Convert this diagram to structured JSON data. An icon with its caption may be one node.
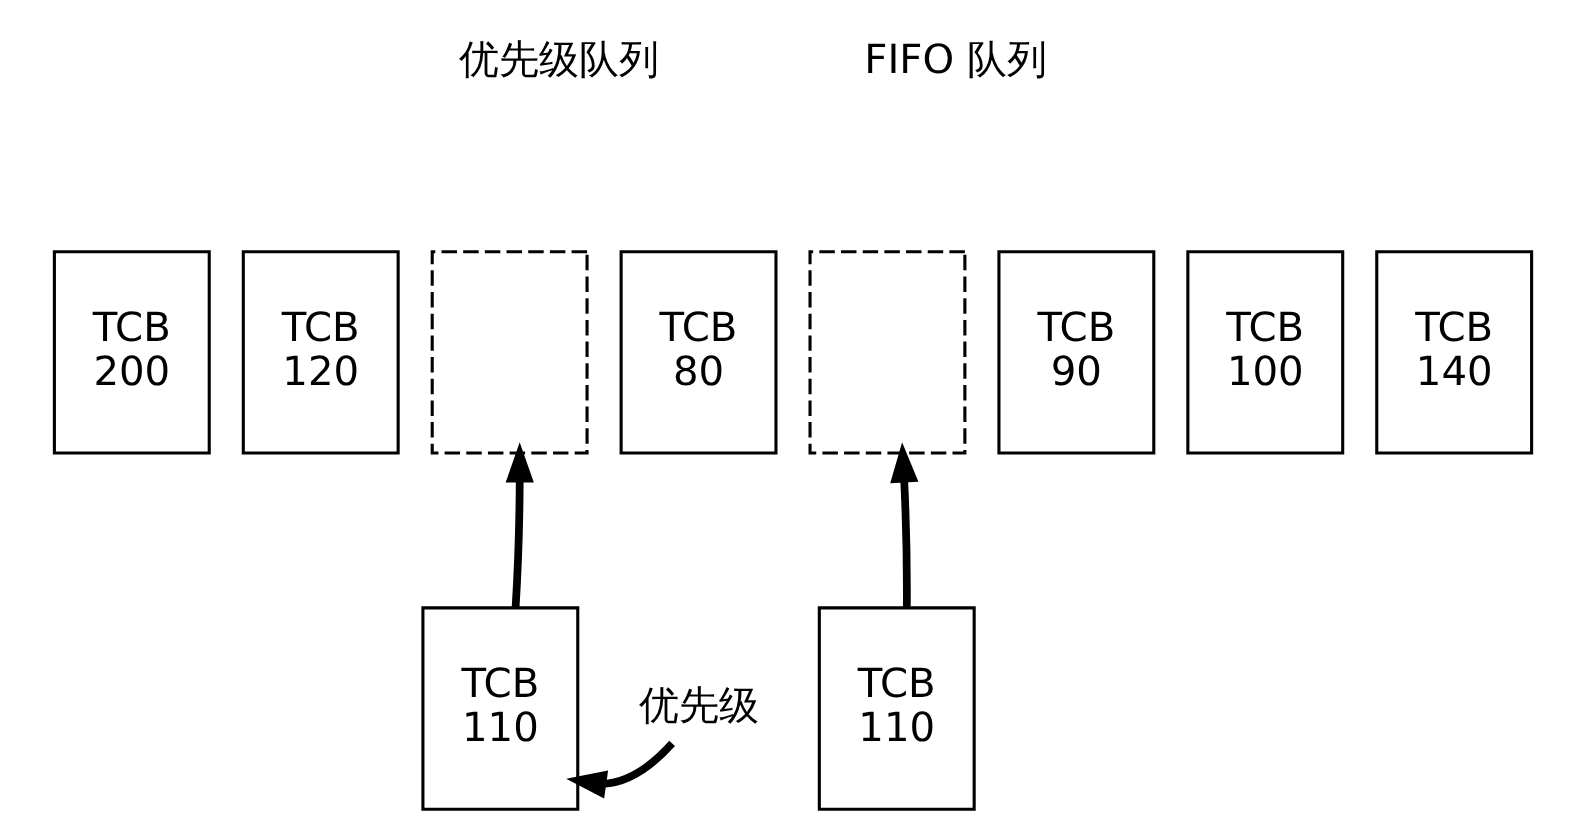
{
  "diagram": {
    "nodes": [
      {
        "text": [
          "TCB",
          "200"
        ]
      },
      {
        "text": [
          "TCB",
          "120"
        ]
      },
      {
        "text": [],
        "shape": "box"
      },
      {
        "text": [
          "TCB",
          "80"
        ]
      },
      {
        "text": [
          "TCB",
          "110"
        ]
      },
      {
        "text": [
          "优先级"
        ]
      },
      {
        "text": [],
        "shape": "box"
      },
      {
        "text": [
          "TCB",
          "90"
        ]
      },
      {
        "text": [
          "TCB",
          "100"
        ]
      },
      {
        "text": [
          "TCB",
          "140"
        ]
      },
      {
        "text": [
          "TCB",
          "110"
        ]
      }
    ],
    "edges": [
      {
        "from": 4,
        "to": 2,
        "arrow": "to"
      },
      {
        "from": 5,
        "to": 4,
        "arrow": "to"
      },
      {
        "from": 10,
        "to": 6,
        "arrow": "to"
      }
    ],
    "labels": [
      "优先级队列",
      "FIFO 队列"
    ]
  }
}
